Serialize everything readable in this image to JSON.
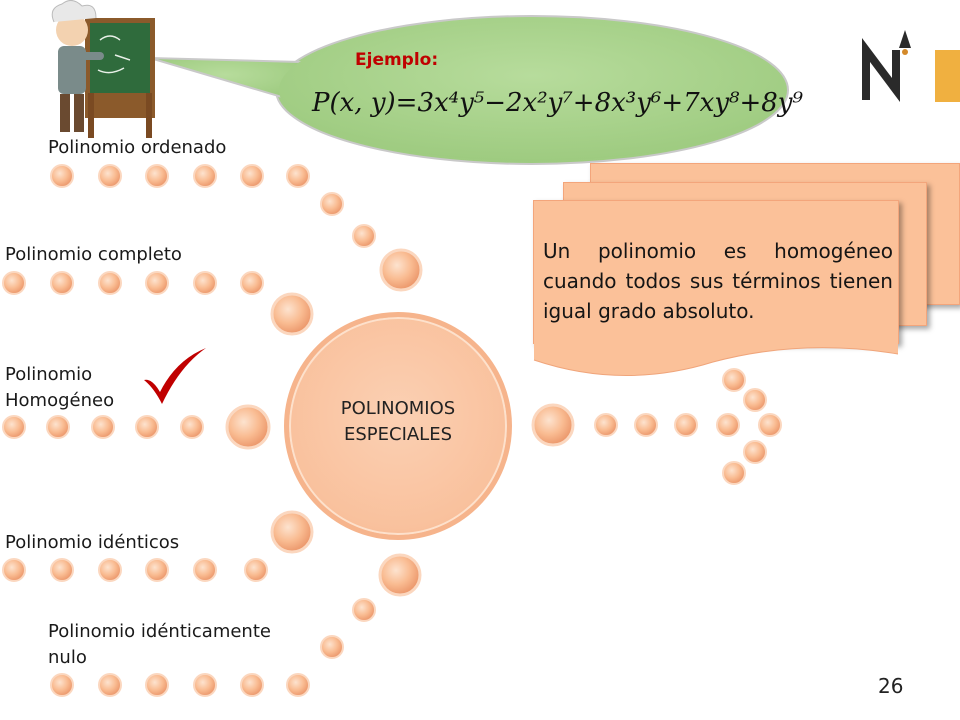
{
  "slide": {
    "example_label": "Ejemplo:",
    "equation": {
      "lhs": "P(x, y)",
      "terms": [
        {
          "sign": "=",
          "text": "3x⁴y⁵"
        },
        {
          "sign": "−",
          "text": "2x²y⁷"
        },
        {
          "sign": "+",
          "text": "8x³y⁶"
        },
        {
          "sign": "+",
          "text": "7xy⁸"
        },
        {
          "sign": "+",
          "text": "8y⁹"
        }
      ]
    },
    "center_title_line1": "POLINOMIOS",
    "center_title_line2": "ESPECIALES",
    "branches": [
      "Polinomio ordenado",
      "Polinomio completo",
      "Polinomio",
      "Homogéneo",
      "Polinomio idénticos",
      "Polinomio idénticamente",
      "nulo"
    ],
    "definition": "Un polinomio es homogéneo cuando todos sus términos tienen igual grado absoluto.",
    "page_number": "26",
    "colors": {
      "bubble": "#a9d18e",
      "card": "#fbc199",
      "dot": "#f9b98e",
      "check": "#c00000",
      "logo_accent": "#f0b040"
    },
    "icons": [
      "professor-with-chalkboard",
      "check-mark-icon",
      "logo-n-icon"
    ]
  }
}
